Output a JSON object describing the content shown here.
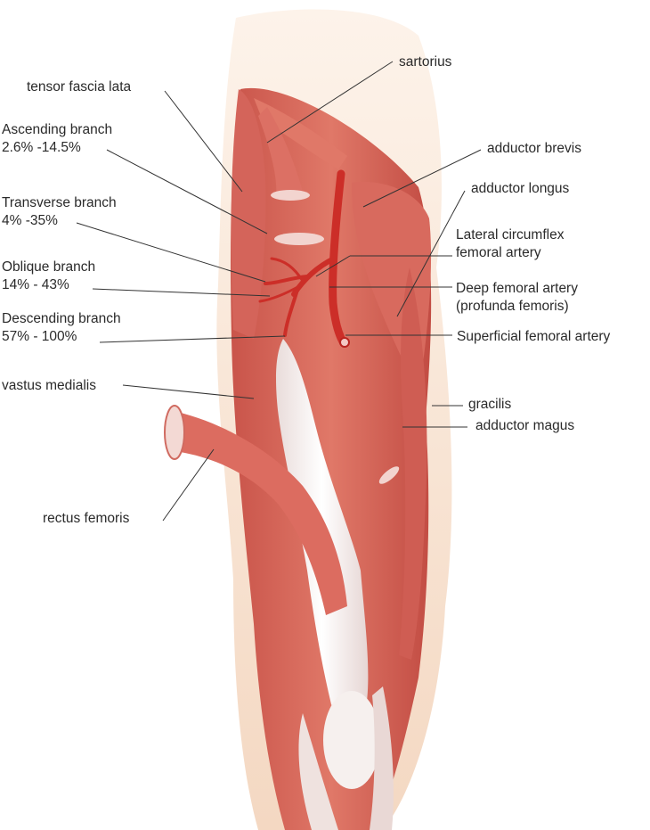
{
  "colors": {
    "muscle": "#d9675a",
    "muscle_dark": "#b8463c",
    "muscle_light": "#e88a7c",
    "tendon": "#f3efee",
    "artery": "#d2302a",
    "skin": "#f8e2cf",
    "leader": "#333333"
  },
  "labels": {
    "tensor_fascia_lata": "tensor fascia lata",
    "ascending_branch": [
      "Ascending branch",
      "2.6% -14.5%"
    ],
    "transverse_branch": [
      "Transverse branch",
      "4% -35%"
    ],
    "oblique_branch": [
      "Oblique branch",
      "14% - 43%"
    ],
    "descending_branch": [
      "Descending branch",
      "57% - 100%"
    ],
    "vastus_medialis": "vastus medialis",
    "rectus_femoris": "rectus femoris",
    "sartorius": "sartorius",
    "adductor_brevis": "adductor brevis",
    "adductor_longus": "adductor longus",
    "lateral_circumflex": [
      "Lateral circumflex",
      "femoral artery"
    ],
    "deep_femoral": [
      "Deep femoral artery",
      "(profunda femoris)"
    ],
    "superficial_femoral": "Superficial femoral artery",
    "gracilis": "gracilis",
    "adductor_magus": "adductor magus"
  }
}
